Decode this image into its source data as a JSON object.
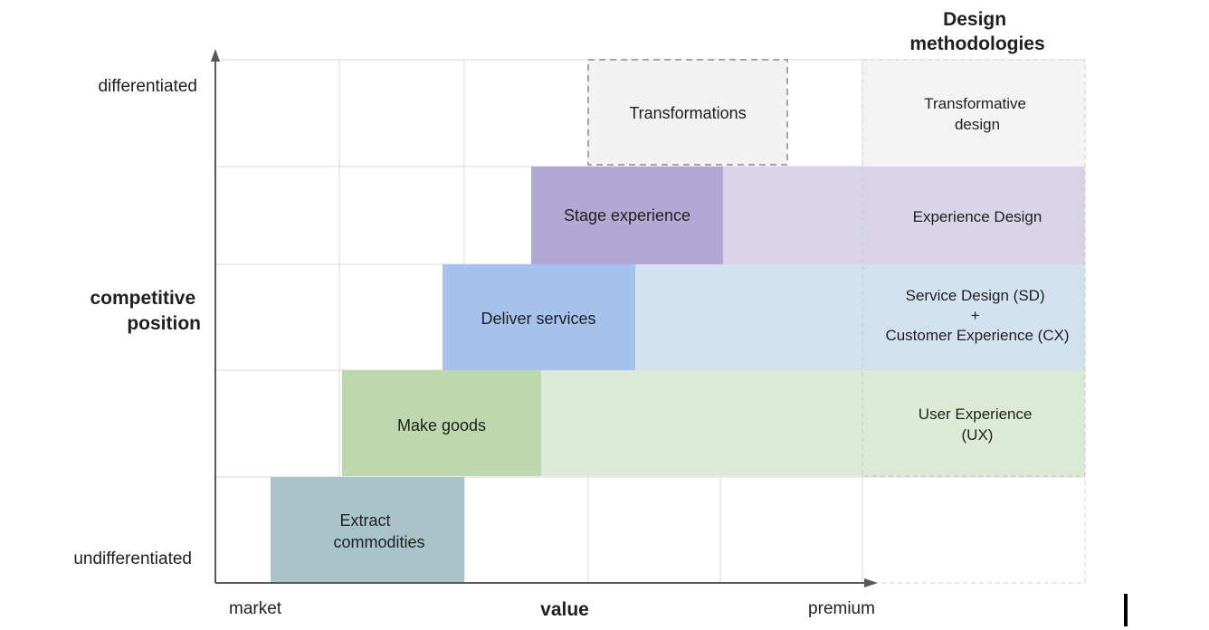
{
  "header": {
    "title": "Design methodologies",
    "title_lines": [
      "Design",
      "methodologies"
    ]
  },
  "axes": {
    "y_label_lines": [
      "competitive",
      "position"
    ],
    "y_top_label": "differentiated",
    "y_bottom_label": "undifferentiated",
    "x_label": "value",
    "x_left_label": "market",
    "x_right_label": "premium"
  },
  "stages": [
    {
      "id": "extract",
      "lines": [
        "Extract",
        "commodities"
      ],
      "color": "#a9c4c9",
      "band_color": null
    },
    {
      "id": "goods",
      "lines": [
        "Make goods"
      ],
      "color": "#bdd7ae",
      "band_color": "#dce9d5"
    },
    {
      "id": "services",
      "lines": [
        "Deliver services"
      ],
      "color": "#a6c1ee",
      "band_color": "#d2e1f0"
    },
    {
      "id": "experience",
      "lines": [
        "Stage experience"
      ],
      "color": "#b3a8d4",
      "band_color": "#d9d3e9"
    },
    {
      "id": "transformations",
      "lines": [
        "Transformations"
      ],
      "color": "#f2f2f2",
      "band_color": null,
      "dashed": true
    }
  ],
  "methodologies": [
    {
      "id": "ux",
      "lines": [
        "User Experience",
        "(UX)"
      ],
      "color": "#dce9d5"
    },
    {
      "id": "sd-cx",
      "lines": [
        "Service Design (SD)",
        "+",
        "Customer Experience (CX)"
      ],
      "color": "#d2e1f0"
    },
    {
      "id": "xd",
      "lines": [
        "Experience Design"
      ],
      "color": "#d9d3e9"
    },
    {
      "id": "td",
      "lines": [
        "Transformative",
        "design"
      ],
      "color": "#f3f3f3"
    }
  ],
  "colors": {
    "grid": "#d9d9d9",
    "axis": "#595959",
    "dash": "#a6a6a6"
  }
}
